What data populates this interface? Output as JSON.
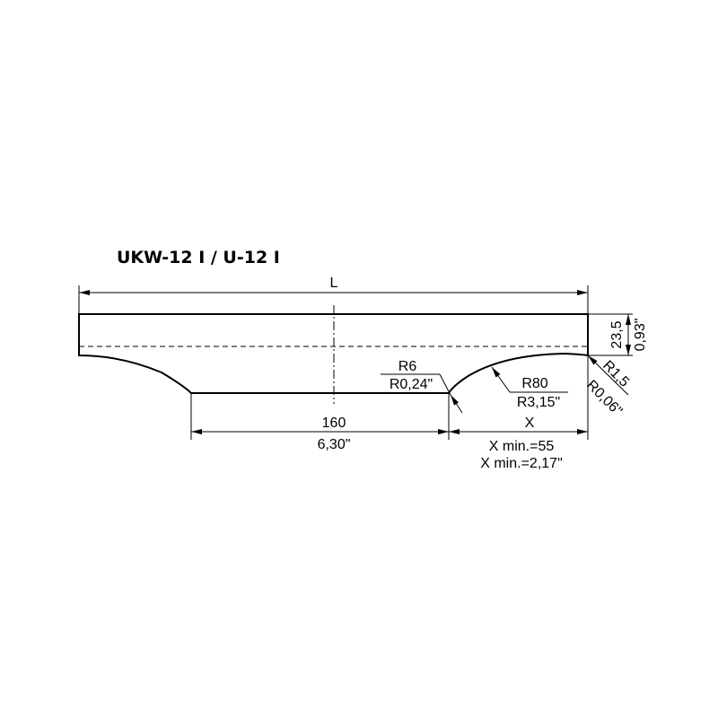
{
  "title": "UKW-12 I / U-12 I",
  "dimensions": {
    "length": "L",
    "height_mm": "23,5",
    "height_in": "0,93\"",
    "flat_mm": "160",
    "flat_in": "6,30\"",
    "x_label": "X",
    "x_min_mm": "X min.=55",
    "x_min_in": "X min.=2,17\"",
    "radius_small_mm": "R6",
    "radius_small_in": "R0,24\"",
    "radius_large_mm": "R80",
    "radius_large_in": "R3,15\"",
    "radius_corner_mm": "R1,5",
    "radius_corner_in": "R0,06\""
  }
}
